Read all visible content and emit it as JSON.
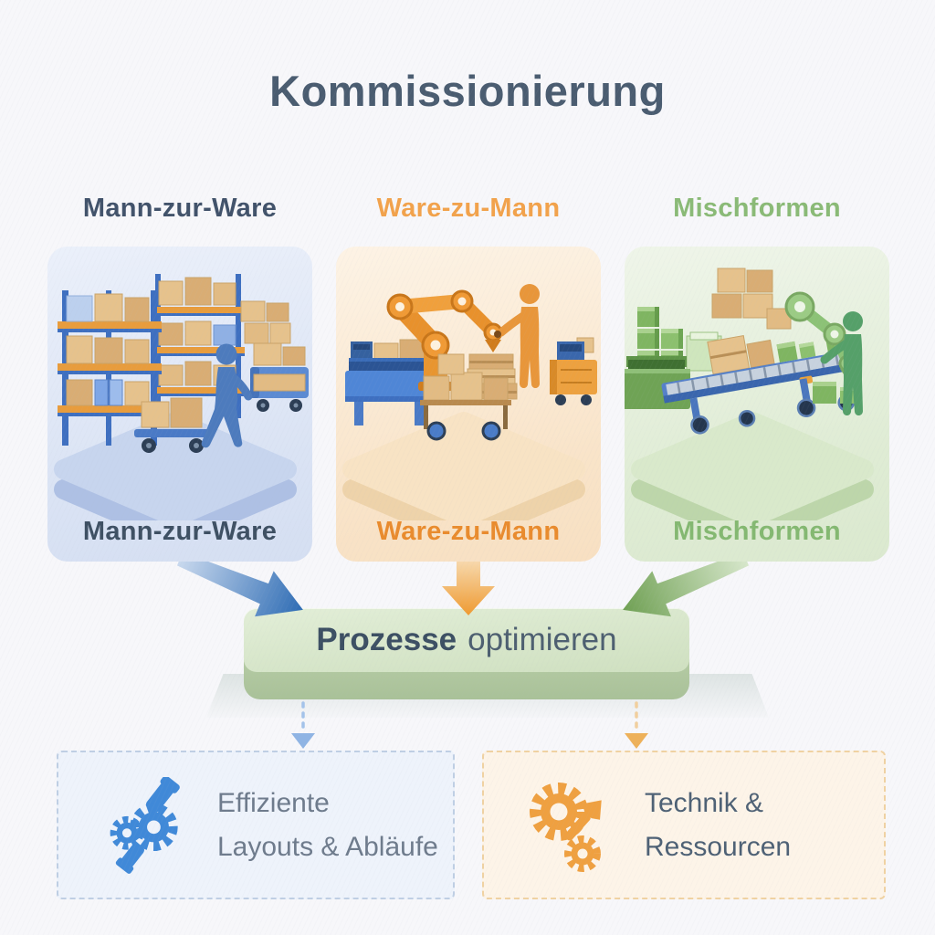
{
  "title": "Kommissionierung",
  "columns": [
    {
      "header": "Mann-zur-Ware",
      "panel_label": "Mann-zur-Ware",
      "scene_icon": "warehouse-rack-picker-scene",
      "header_color": "#41526a",
      "label_color": "#3e5063",
      "panel_bg": "#dae3f4",
      "arrow_icon": "blue-arrow-down-right",
      "arrow_color": "#2f6db5"
    },
    {
      "header": "Ware-zu-Mann",
      "panel_label": "Ware-zu-Mann",
      "scene_icon": "robot-arm-goods-scene",
      "header_color": "#f2a24b",
      "label_color": "#e98b2d",
      "panel_bg": "#f9e4c9",
      "arrow_icon": "orange-arrow-down",
      "arrow_color": "#ef9a30"
    },
    {
      "header": "Mischformen",
      "panel_label": "Mischformen",
      "scene_icon": "conveyor-mixed-scene",
      "header_color": "#8aba76",
      "label_color": "#84b871",
      "panel_bg": "#dfecd4",
      "arrow_icon": "green-arrow-down-left",
      "arrow_color": "#6fa053"
    }
  ],
  "process_bar": {
    "label_bold": "Prozesse",
    "label_rest": "optimieren",
    "bg_color": "#d5e4c6",
    "text_color": "#44576b"
  },
  "outcomes": [
    {
      "line1": "Effiziente",
      "line2": "Layouts & Abläufe",
      "icon": "gears-wrench-icon",
      "accent_color": "#4089d8",
      "border_color": "#bfcfe4",
      "bg_color": "#eef3fb",
      "text_color": "#6e7b8c",
      "connector_icon": "dotted-arrow-down"
    },
    {
      "line1": "Technik &",
      "line2": "Ressourcen",
      "icon": "gears-tool-icon",
      "accent_color": "#efa040",
      "border_color": "#f0d2a2",
      "bg_color": "#fdf4e8",
      "text_color": "#4e6175",
      "connector_icon": "dotted-arrow-down"
    }
  ]
}
